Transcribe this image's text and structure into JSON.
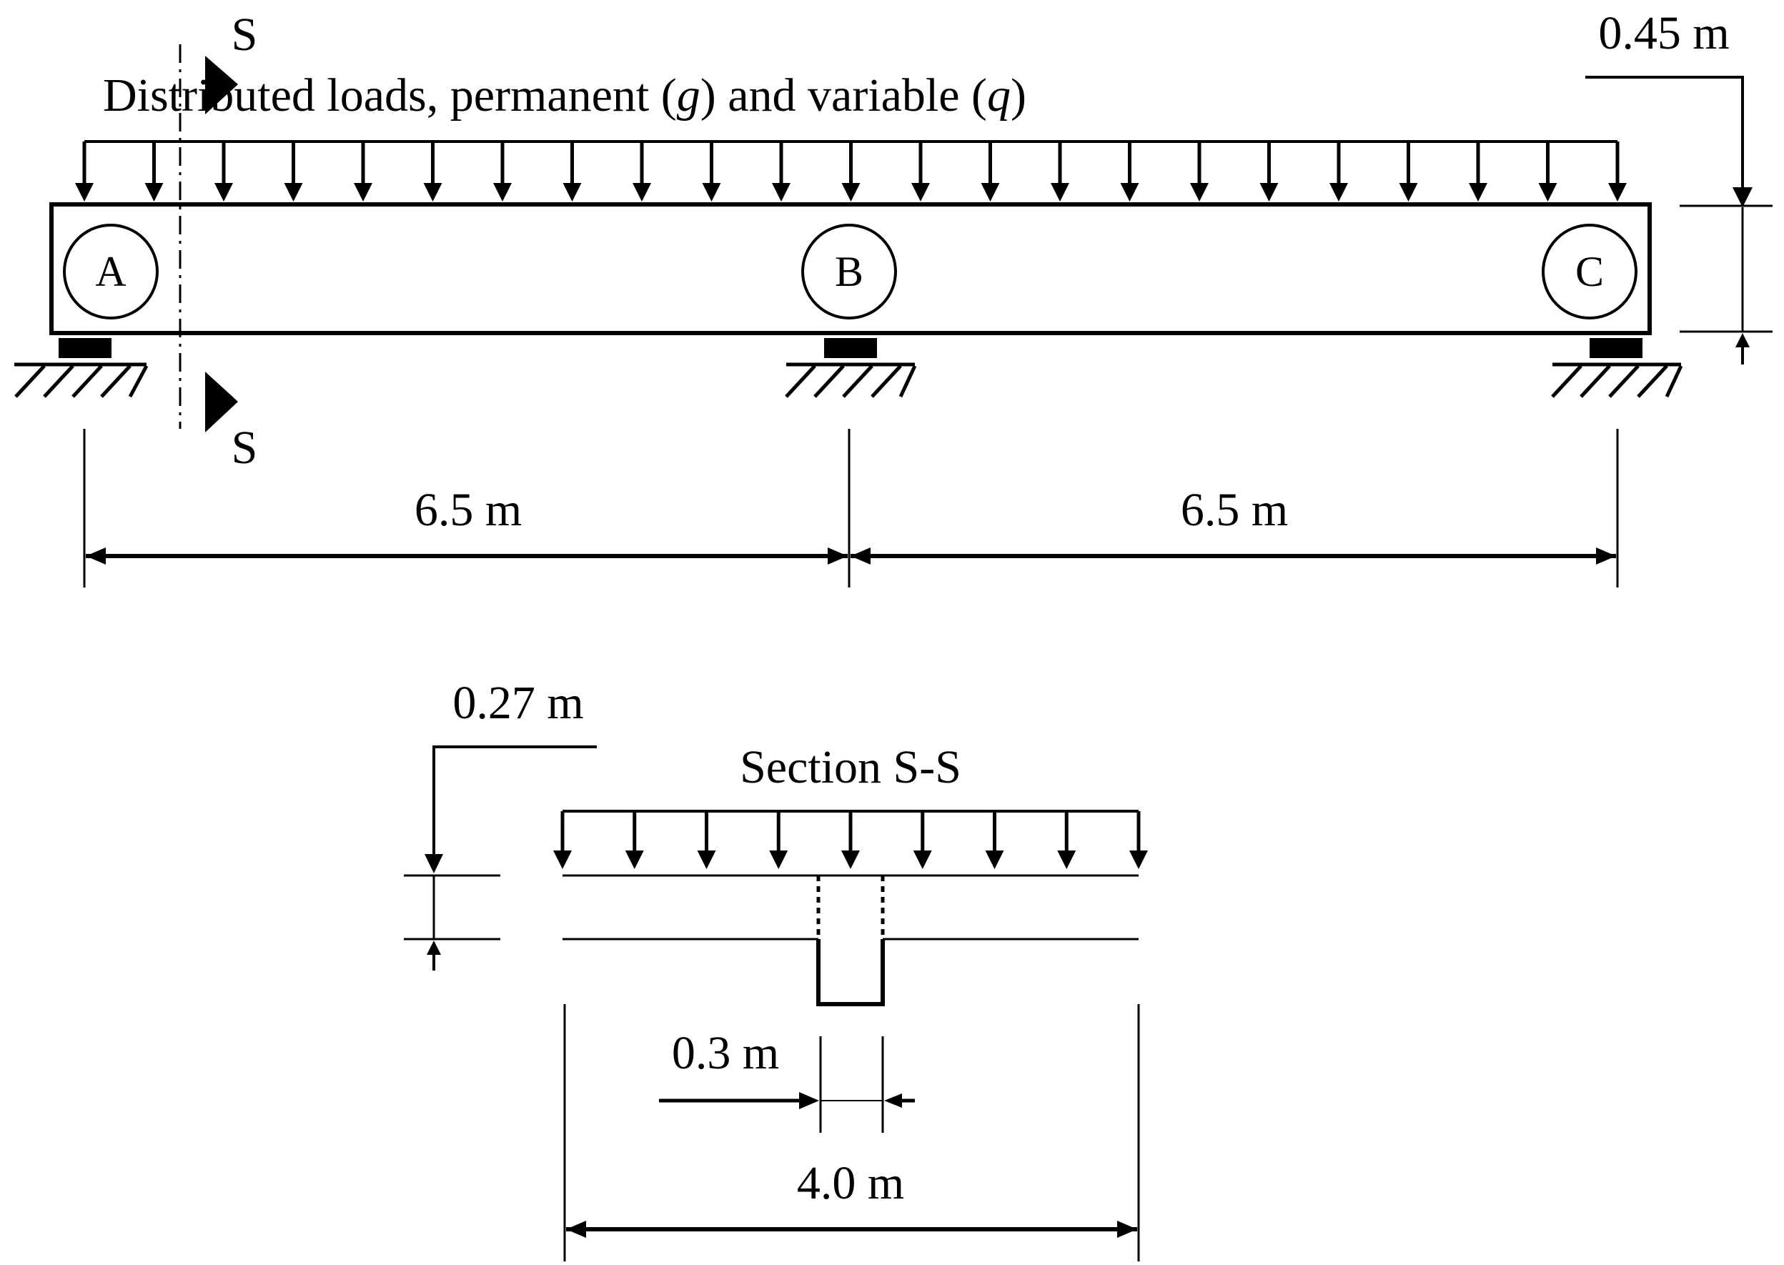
{
  "beam": {
    "load_prefix": "Distributed loads, permanent (",
    "g_symbol": "g",
    "load_middle": ") and variable (",
    "q_symbol": "q",
    "load_suffix": ")",
    "depth_label": "0.45 m",
    "section_cut_label_top": "S",
    "section_cut_label_bottom": "S",
    "nodes": [
      "A",
      "B",
      "C"
    ],
    "span_left_label": "6.5 m",
    "span_right_label": "6.5 m"
  },
  "section": {
    "title": "Section S-S",
    "slab_thickness_label": "0.27 m",
    "web_width_label": "0.3 m",
    "flange_width_label": "4.0 m"
  },
  "colors": {
    "line": "#000000",
    "background": "#ffffff"
  }
}
